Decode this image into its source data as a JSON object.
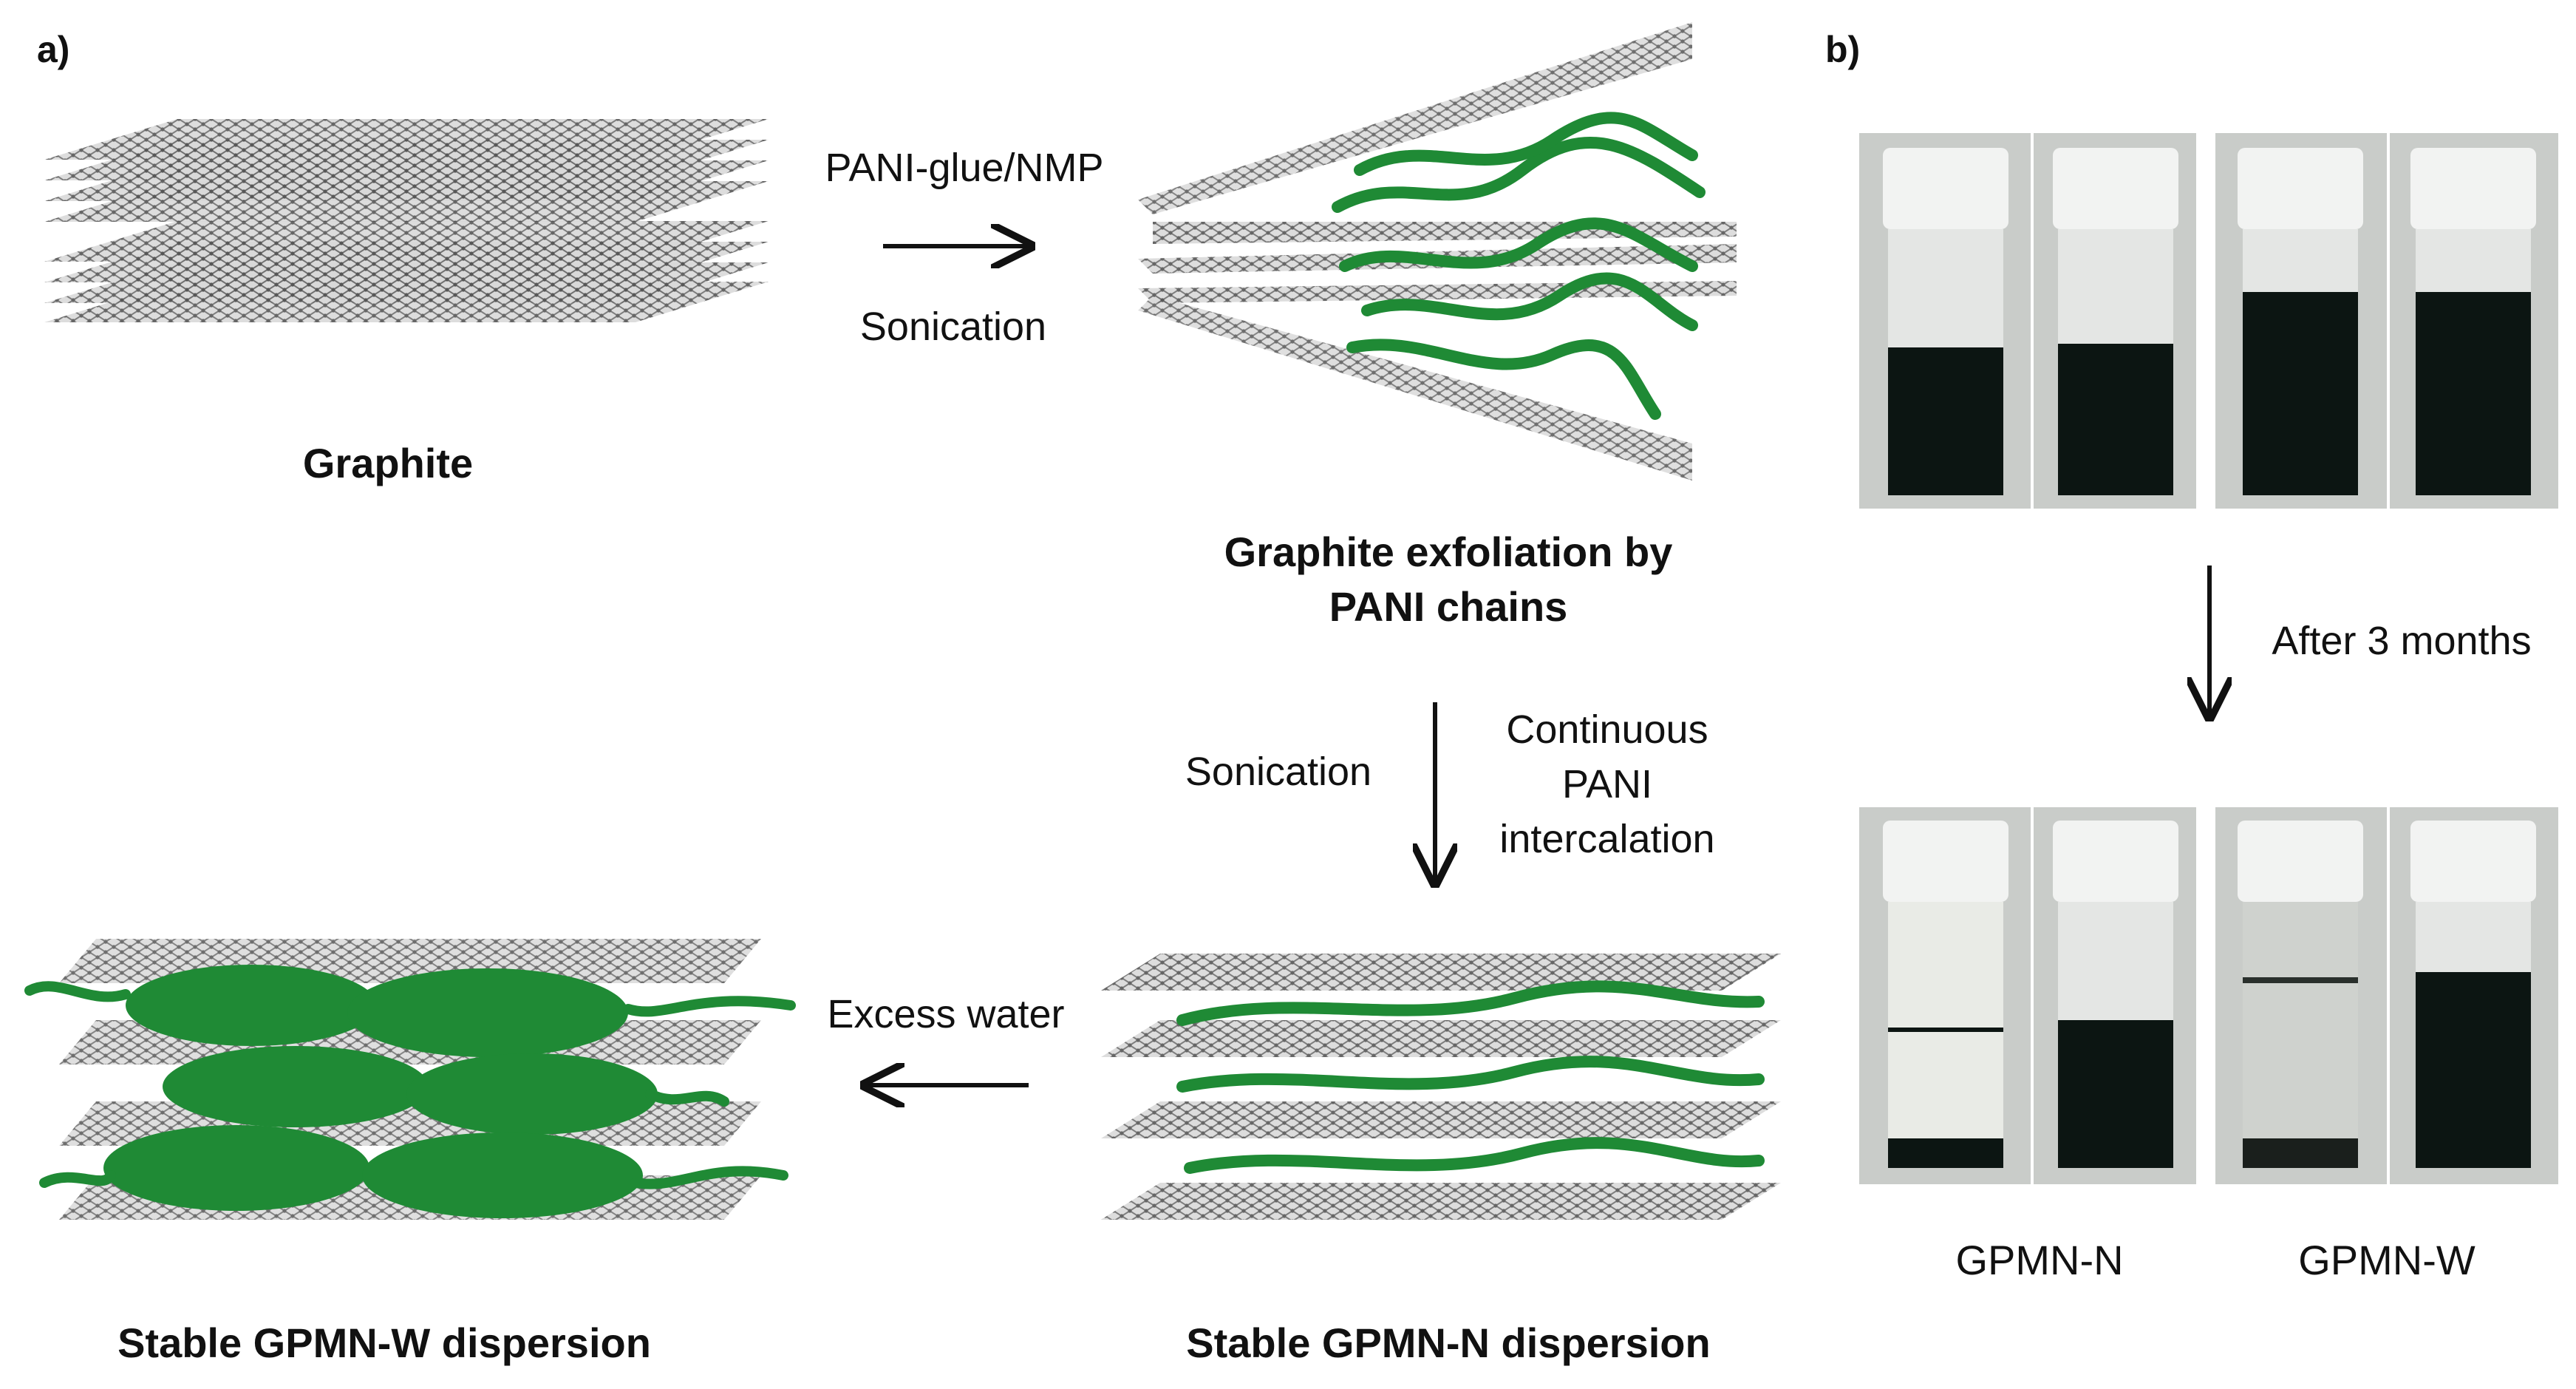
{
  "panel_a": {
    "label": "a)",
    "graphite_caption": "Graphite",
    "exfoliation_caption_line1": "Graphite exfoliation by",
    "exfoliation_caption_line2": "PANI chains",
    "gpmn_n_caption": "Stable GPMN-N dispersion",
    "gpmn_w_caption": "Stable GPMN-W dispersion",
    "step1_top": "PANI-glue/NMP",
    "step1_bottom": "Sonication",
    "step2_left": "Sonication",
    "step2_right_line1": "Continuous",
    "step2_right_line2": "PANI",
    "step2_right_line3": "intercalation",
    "step3_top": "Excess water"
  },
  "panel_b": {
    "label": "b)",
    "time_label": "After 3 months",
    "vial_group_left": "GPMN-N",
    "vial_group_right": "GPMN-W"
  },
  "colors": {
    "graphene_gray": "#6f6f6f",
    "pani_green": "#1f8a35",
    "dispersion_black": "#0c1512",
    "cap_white": "#f2f3f2",
    "photo_bg": "#c9ccc9"
  }
}
